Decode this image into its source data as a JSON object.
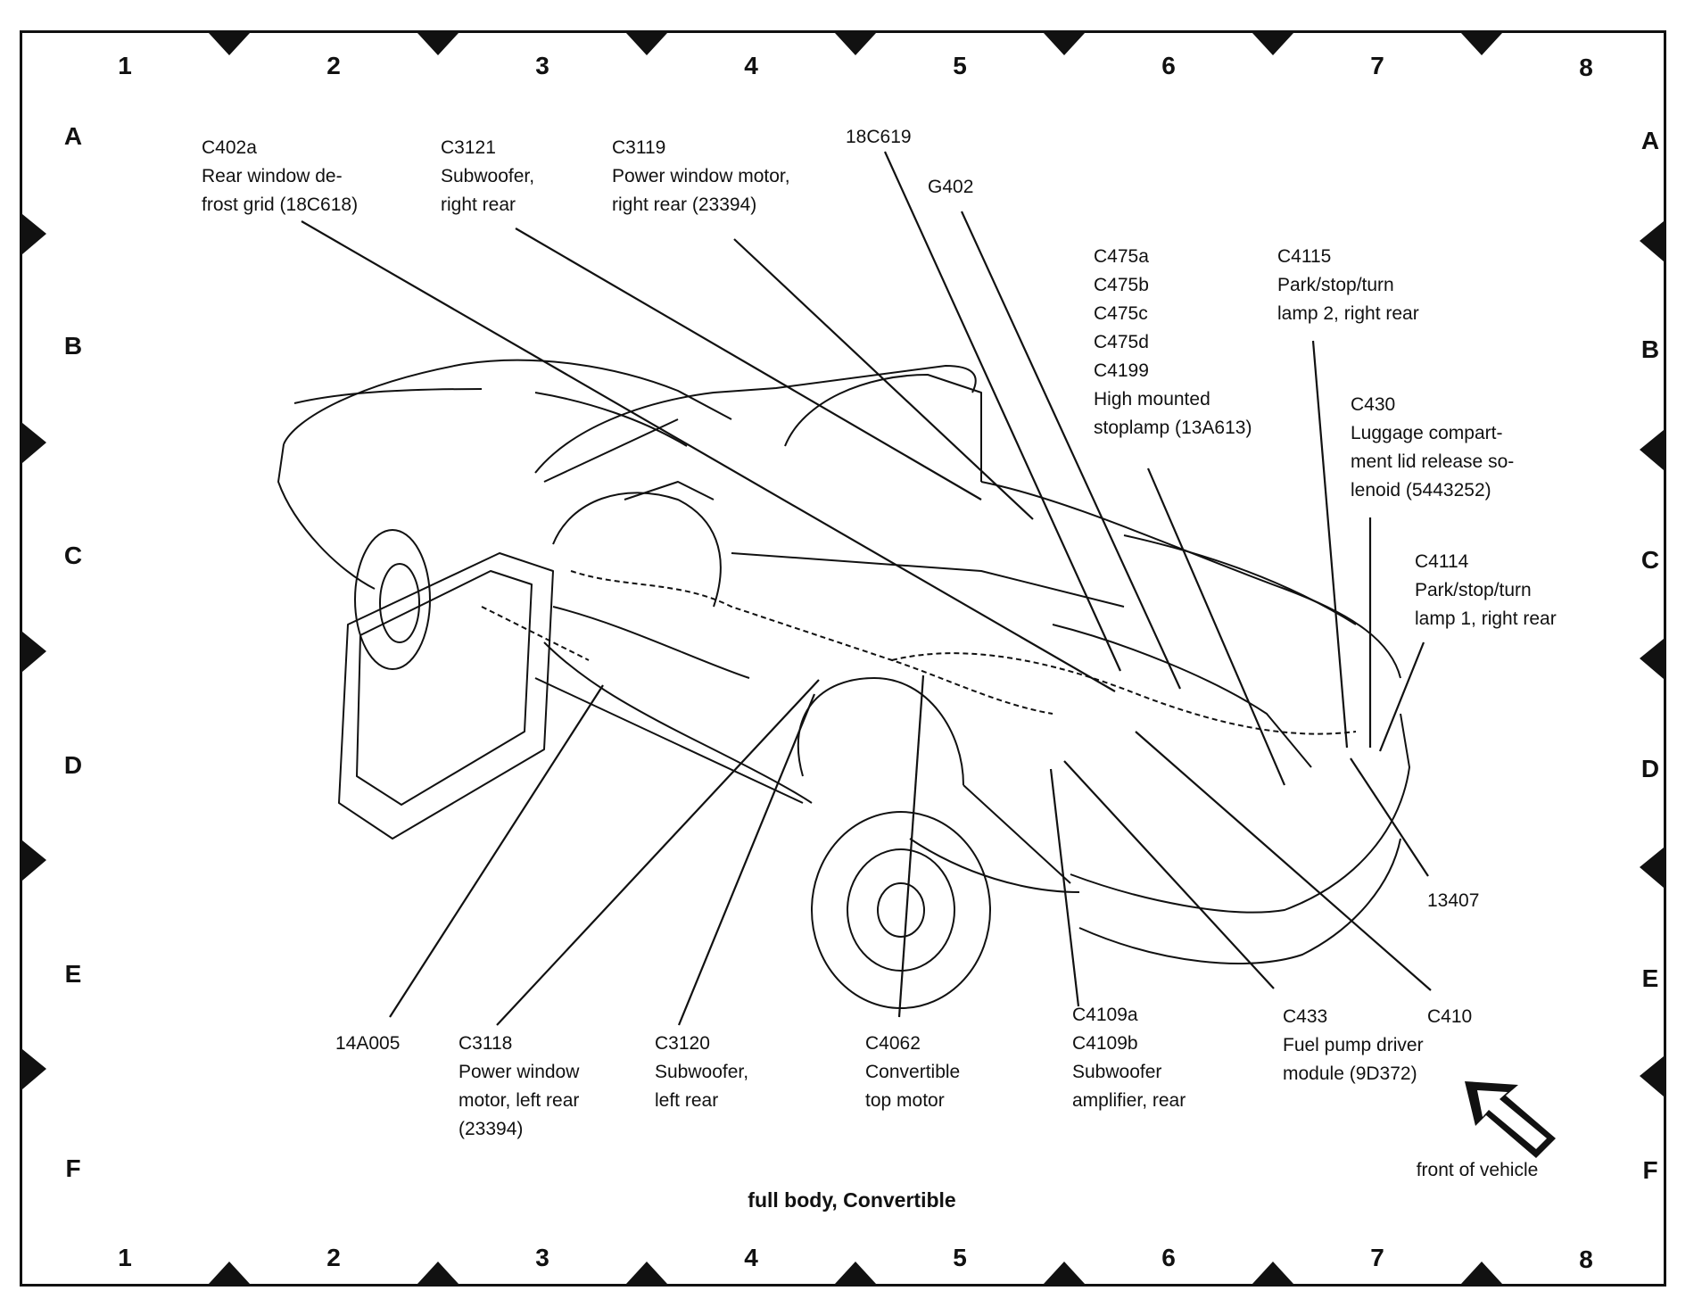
{
  "grid": {
    "columns": [
      "1",
      "2",
      "3",
      "4",
      "5",
      "6",
      "7",
      "8"
    ],
    "rows": [
      "A",
      "B",
      "C",
      "D",
      "E",
      "F"
    ]
  },
  "caption": "full body, Convertible",
  "front_label": "front of vehicle",
  "callouts": {
    "c402a": [
      "C402a",
      "Rear window de-",
      "frost grid (18C618)"
    ],
    "c3121": [
      "C3121",
      "Subwoofer,",
      "right rear"
    ],
    "c3119": [
      "C3119",
      "Power window motor,",
      "right rear (23394)"
    ],
    "c18c619": [
      "18C619"
    ],
    "g402": [
      "G402"
    ],
    "c475": [
      "C475a",
      "C475b",
      "C475c",
      "C475d",
      "C4199",
      "High mounted",
      "stoplamp (13A613)"
    ],
    "c4115": [
      "C4115",
      "Park/stop/turn",
      "lamp 2, right rear"
    ],
    "c430": [
      "C430",
      "Luggage compart-",
      "ment lid release so-",
      "lenoid (5443252)"
    ],
    "c4114": [
      "C4114",
      "Park/stop/turn",
      "lamp 1, right rear"
    ],
    "n13407": [
      "13407"
    ],
    "n14a005": [
      "14A005"
    ],
    "c3118": [
      "C3118",
      "Power window",
      "motor, left rear",
      "(23394)"
    ],
    "c3120": [
      "C3120",
      "Subwoofer,",
      "left rear"
    ],
    "c4062": [
      "C4062",
      "Convertible",
      "top motor"
    ],
    "c4109": [
      "C4109a",
      "C4109b",
      "Subwoofer",
      "amplifier, rear"
    ],
    "c433": [
      "C433",
      "Fuel pump driver",
      "module (9D372)"
    ],
    "c410": [
      "C410"
    ]
  },
  "colors": {
    "ink": "#111111",
    "paper": "#ffffff"
  },
  "icons": {
    "direction": "front-of-vehicle-arrow-icon",
    "grid_marker": "triangle-marker-icon"
  }
}
